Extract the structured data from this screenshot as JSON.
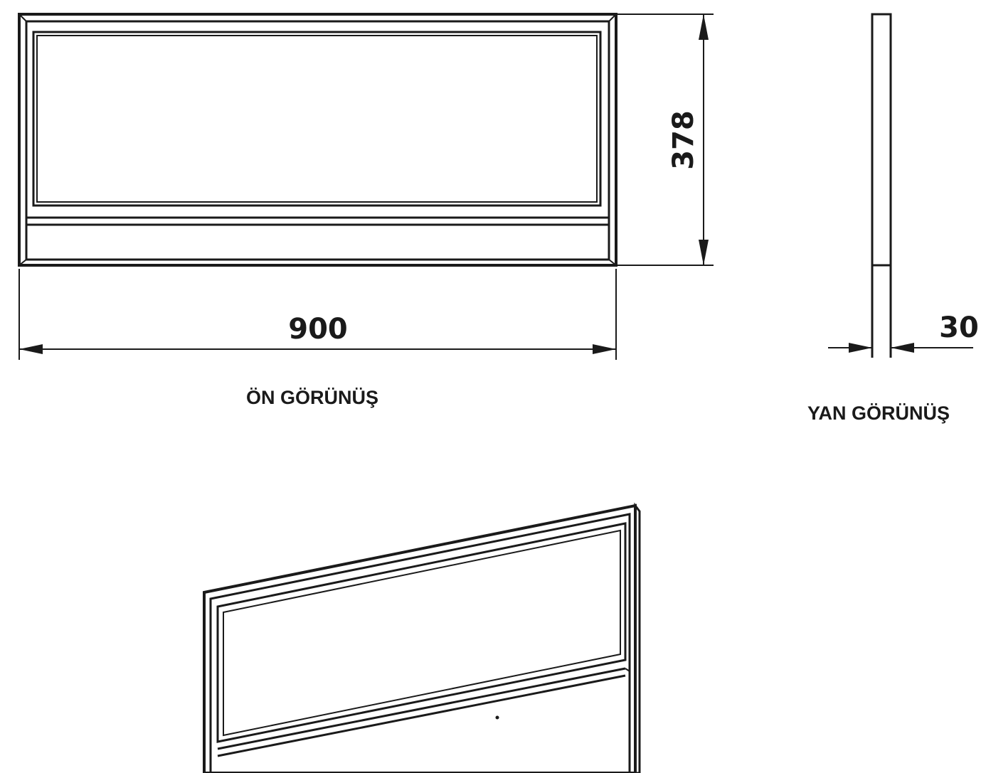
{
  "front_view": {
    "label": "ÖN GÖRÜNÜŞ",
    "width_dimension": "900",
    "height_dimension": "378"
  },
  "side_view": {
    "label": "YAN GÖRÜNÜŞ",
    "depth_dimension": "30"
  },
  "colors": {
    "line": "#1a1a1a",
    "background": "#ffffff"
  }
}
